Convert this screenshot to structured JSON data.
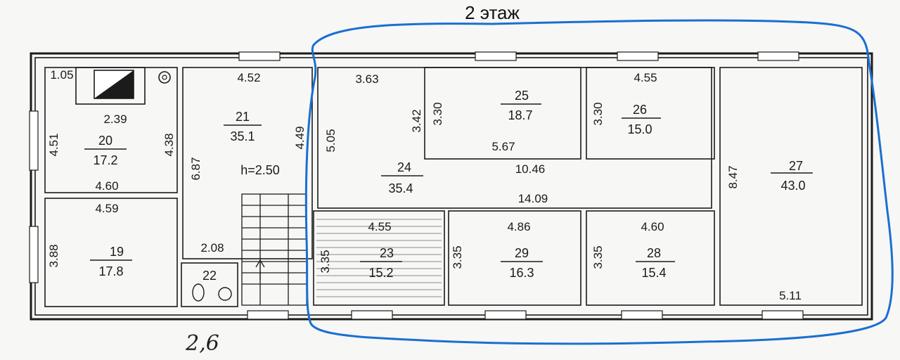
{
  "title": "2 этаж",
  "handwritten_note": "2,6",
  "colors": {
    "outline_highlight": "#1a6fd1",
    "ink": "#1b1b1b"
  },
  "rooms": [
    {
      "id": "20",
      "area": "17.2"
    },
    {
      "id": "21",
      "area": "35.1"
    },
    {
      "id": "19",
      "area": "17.8"
    },
    {
      "id": "22",
      "area": ""
    },
    {
      "id": "24",
      "area": "35.4"
    },
    {
      "id": "25",
      "area": "18.7"
    },
    {
      "id": "26",
      "area": "15.0"
    },
    {
      "id": "27",
      "area": "43.0"
    },
    {
      "id": "23",
      "area": "15.2"
    },
    {
      "id": "29",
      "area": "16.3"
    },
    {
      "id": "28",
      "area": "15.4"
    }
  ],
  "ceiling_height": "h=2.50",
  "dimensions": {
    "d_1_05": "1.05",
    "d_2_39": "2.39",
    "d_4_51": "4.51",
    "d_4_38": "4.38",
    "d_4_60_a": "4.60",
    "d_4_59": "4.59",
    "d_3_88": "3.88",
    "d_4_52": "4.52",
    "d_6_87": "6.87",
    "d_4_49": "4.49",
    "d_2_08": "2.08",
    "d_3_63": "3.63",
    "d_5_05": "5.05",
    "d_3_42": "3.42",
    "d_3_30_a": "3.30",
    "d_5_67": "5.67",
    "d_10_46": "10.46",
    "d_14_09": "14.09",
    "d_4_55_a": "4.55",
    "d_3_30_b": "3.30",
    "d_8_47": "8.47",
    "d_4_55_b": "4.55",
    "d_3_35_a": "3.35",
    "d_4_86": "4.86",
    "d_3_35_b": "3.35",
    "d_4_60_b": "4.60",
    "d_3_35_c": "3.35",
    "d_5_11": "5.11"
  }
}
